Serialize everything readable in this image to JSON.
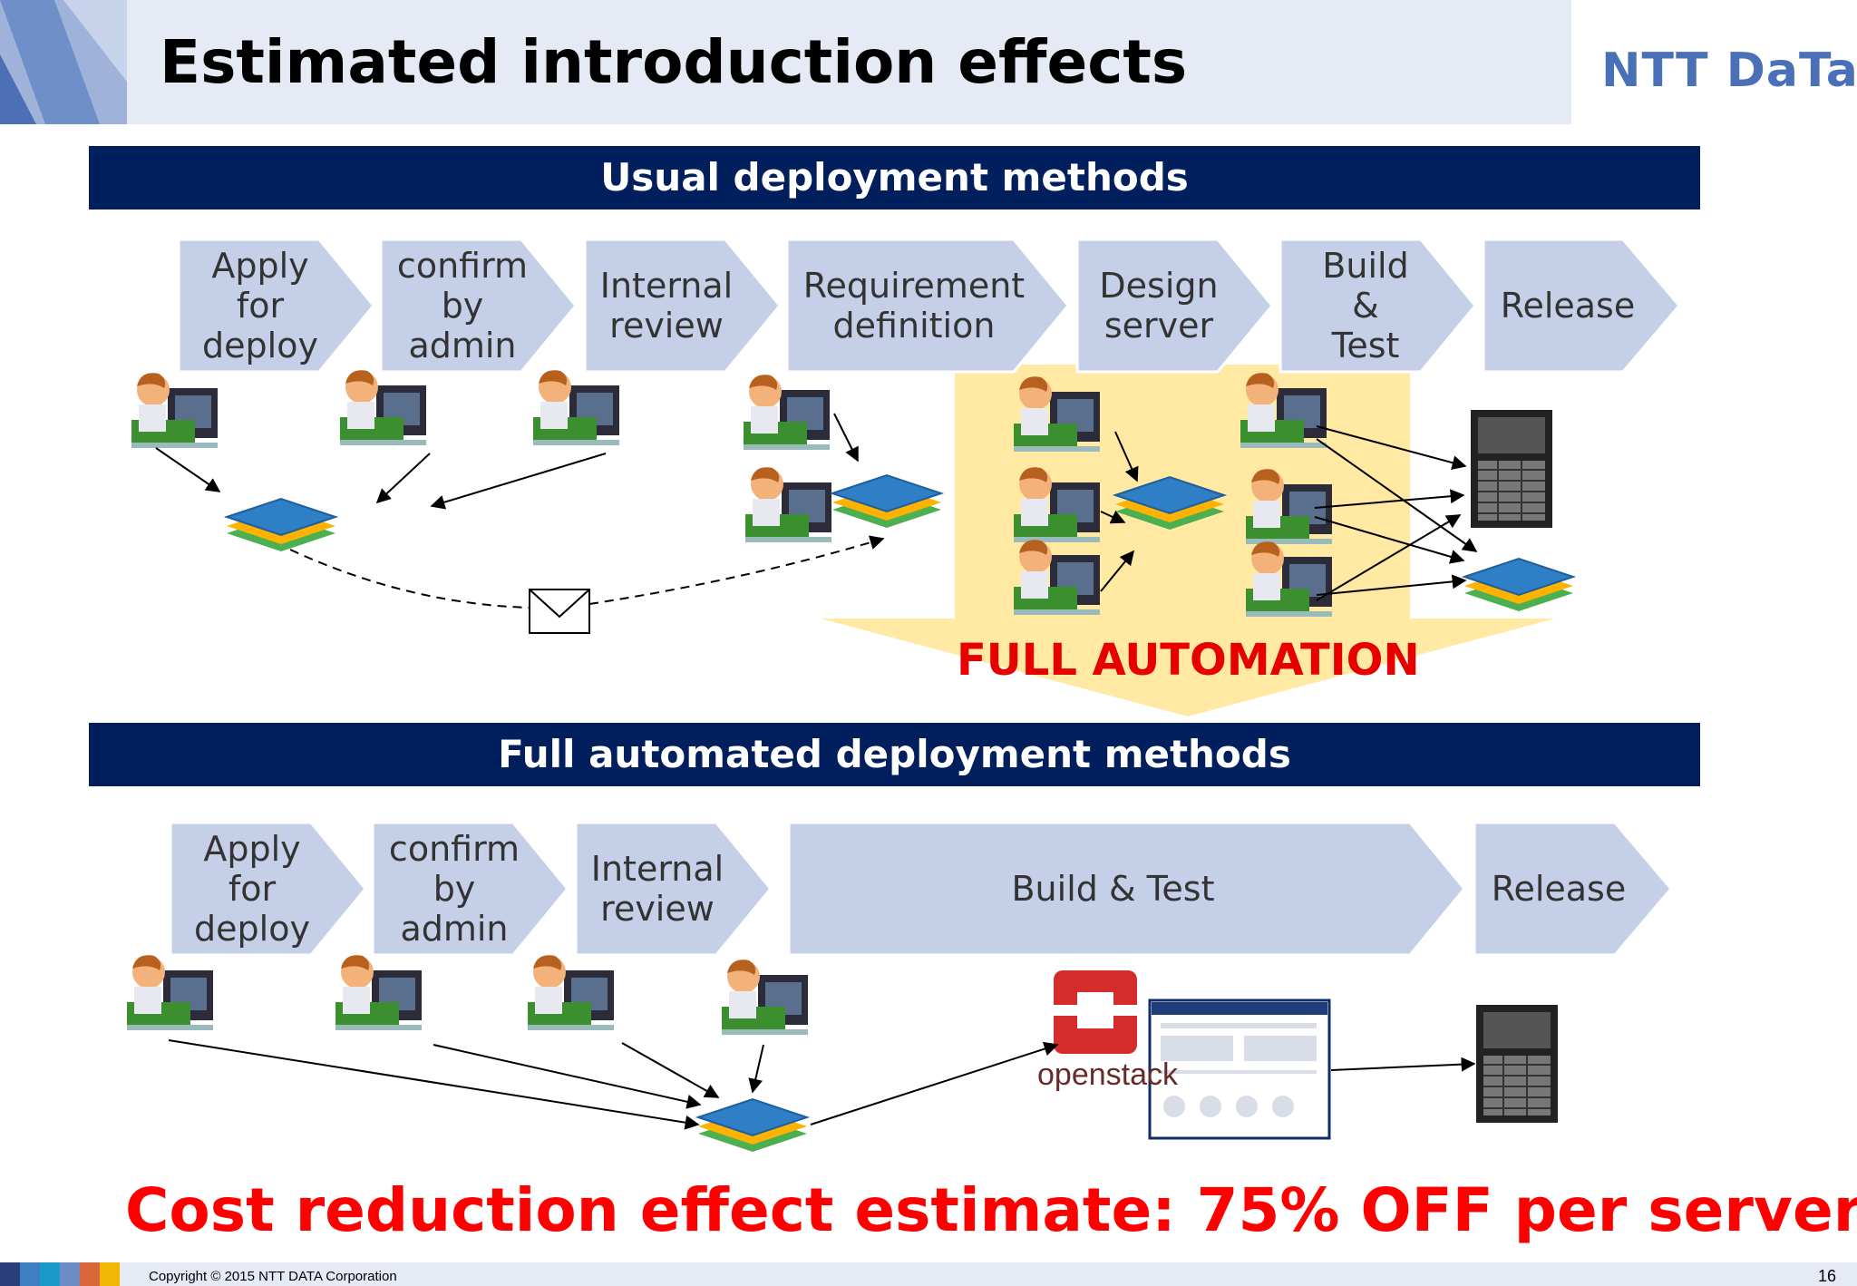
{
  "header": {
    "title": "Estimated introduction effects",
    "logo_text": "NTT DaTa"
  },
  "usual": {
    "banner": "Usual deployment methods",
    "steps": [
      "Apply\nfor\ndeploy",
      "confirm\nby\nadmin",
      "Internal\nreview",
      "Requirement\ndefinition",
      "Design\nserver",
      "Build\n&\nTest",
      "Release"
    ]
  },
  "automation_label": "FULL AUTOMATION",
  "automated": {
    "banner": "Full automated deployment methods",
    "steps": [
      "Apply\nfor\ndeploy",
      "confirm\nby\nadmin",
      "Internal\nreview",
      "Build & Test",
      "Release"
    ],
    "openstack_label": "openstack"
  },
  "cost_statement": "Cost reduction effect estimate: 75% OFF per server",
  "footer": {
    "copyright": "Copyright © 2015 NTT DATA Corporation",
    "page_number": "16"
  },
  "colors": {
    "banner_bg": "#001f5c",
    "step_fill": "#c5d0e8",
    "automation_highlight": "#ffe9a3",
    "accent_red": "#ff0000",
    "logo_blue": "#4a70b8"
  }
}
